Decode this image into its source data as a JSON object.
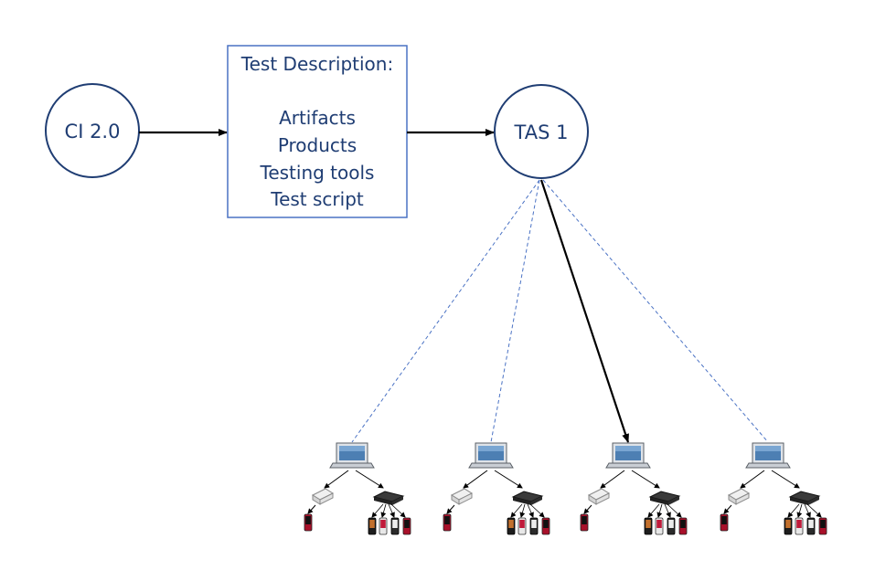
{
  "nodes": {
    "ci": {
      "label": "CI 2.0"
    },
    "tas": {
      "label": "TAS 1"
    },
    "description": {
      "title": "Test Description:",
      "items": [
        "Artifacts",
        "Products",
        "Testing tools",
        "Test script"
      ]
    }
  },
  "test_stations": [
    {
      "active": false
    },
    {
      "active": false
    },
    {
      "active": true
    },
    {
      "active": false
    }
  ],
  "colors": {
    "node_stroke": "#1f3d73",
    "text": "#1f3d73",
    "arrow": "#000000",
    "dashed_link": "#4a72c4",
    "box_stroke": "#4a72c4"
  }
}
